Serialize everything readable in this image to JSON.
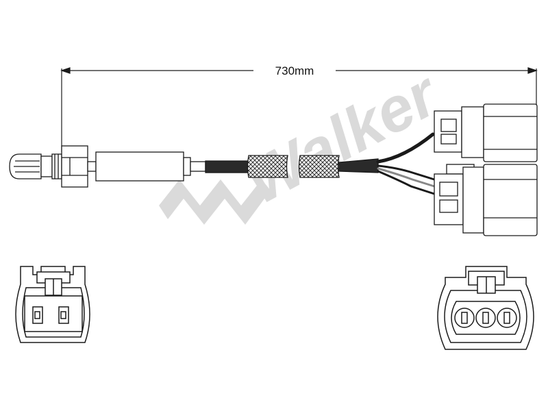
{
  "dimension": {
    "length_label": "730mm"
  },
  "watermark": {
    "brand": "Walker",
    "color": "#d6d6d6"
  },
  "colors": {
    "line": "#1a1a1a",
    "background": "#ffffff"
  },
  "connectors": {
    "left_face": {
      "pin_count": 2
    },
    "right_face": {
      "pin_count": 3
    }
  }
}
